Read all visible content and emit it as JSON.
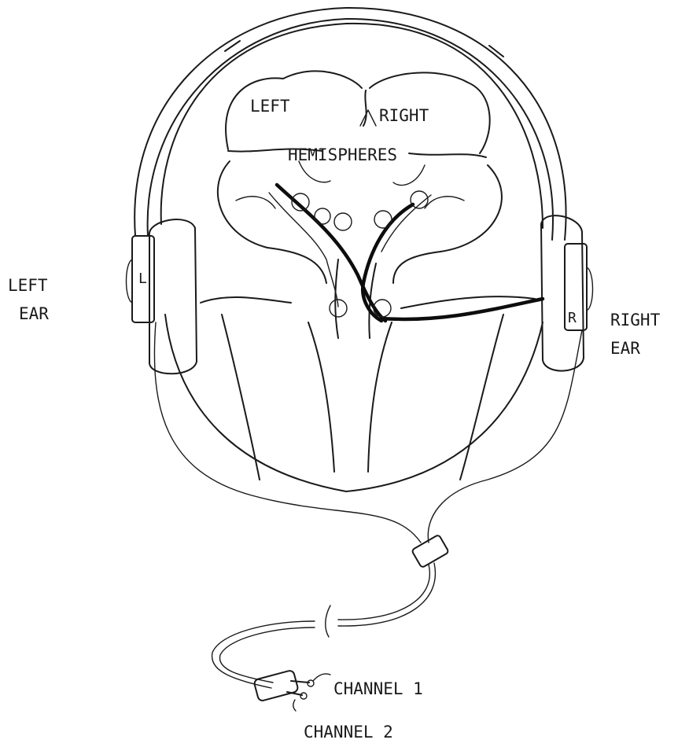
{
  "labels": {
    "left_hemisphere": "LEFT",
    "right_hemisphere": "RIGHT",
    "hemispheres": "HEMISPHERES",
    "left_ear_line1": "LEFT",
    "left_ear_line2": "EAR",
    "right_ear_line1": "RIGHT",
    "right_ear_line2": "EAR",
    "left_earcup_mark": "L",
    "right_earcup_mark": "R",
    "channel_1": "CHANNEL 1",
    "channel_2": "CHANNEL 2"
  }
}
